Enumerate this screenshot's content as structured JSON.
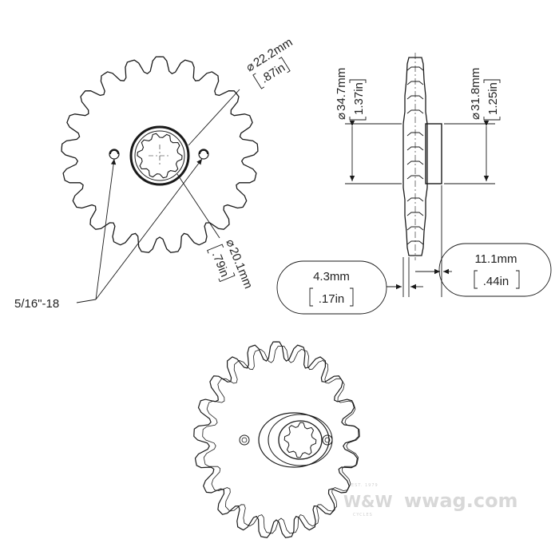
{
  "labels": {
    "outer_dia_mm": "22.2mm",
    "outer_dia_in": ".87in",
    "inner_dia_mm": "20.1mm",
    "inner_dia_in": ".79in",
    "thread": "5/16\"-18",
    "gear_dia_mm": "34.7mm",
    "gear_dia_in": "1.37in",
    "hub_dia_mm": "31.8mm",
    "hub_dia_in": "1.25in",
    "tooth_width_mm": "4.3mm",
    "tooth_width_in": ".17in",
    "hub_length_mm": "11.1mm",
    "hub_length_in": ".44in"
  },
  "symbols": {
    "diameter": "⌀"
  },
  "watermark": {
    "brand": "W&W",
    "site": "wwag.com",
    "est": "EST. 1979",
    "tagline": "CYCLES"
  }
}
